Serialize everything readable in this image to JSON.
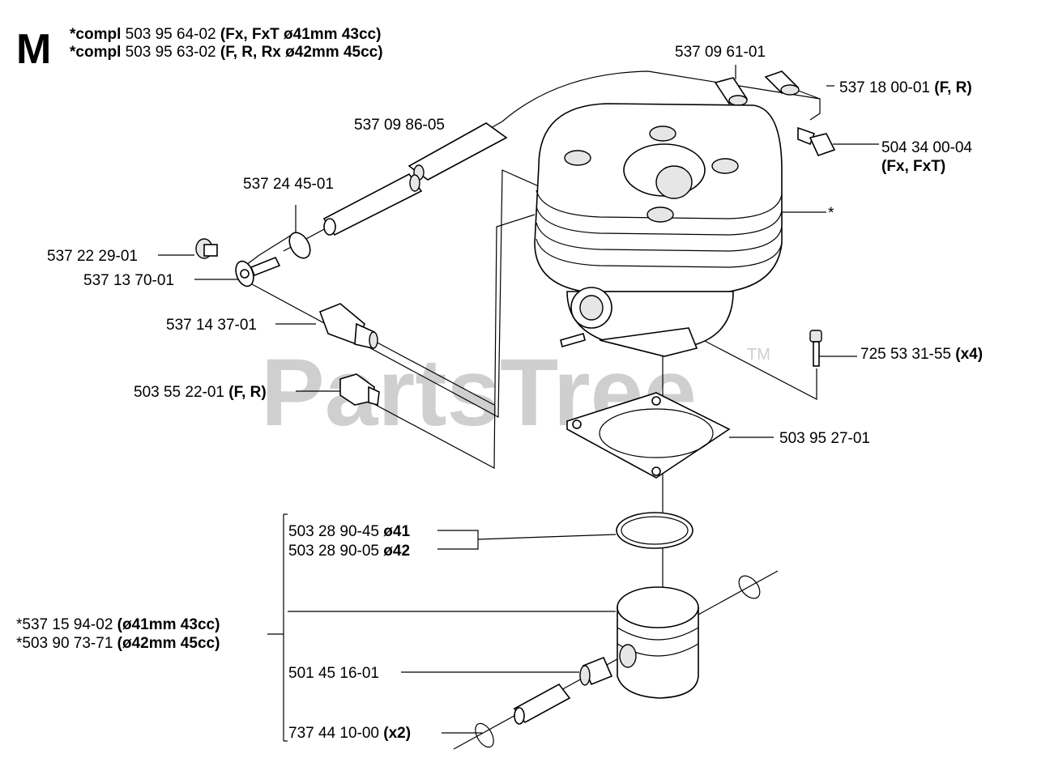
{
  "section_letter": "M",
  "header": {
    "line1": {
      "prefix": "*compl",
      "number": "503 95 64-02",
      "suffix": "(Fx, FxT ø41mm 43cc)"
    },
    "line2": {
      "prefix": "*compl",
      "number": "503 95 63-02",
      "suffix": "(F, R, Rx ø42mm 45cc)"
    }
  },
  "watermark": {
    "text": "PartsTree",
    "tm": "TM"
  },
  "parts": {
    "p_537_09_61_01": {
      "number": "537 09 61-01",
      "note": ""
    },
    "p_537_18_00_01": {
      "number": "537 18 00-01",
      "note": "(F, R)"
    },
    "p_537_09_86_05": {
      "number": "537 09 86-05",
      "note": ""
    },
    "p_504_34_00_04": {
      "number": "504 34 00-04",
      "note": "(Fx, FxT)"
    },
    "p_537_24_45_01": {
      "number": "537 24 45-01",
      "note": ""
    },
    "p_cylinder": {
      "number": "*",
      "note": ""
    },
    "p_537_22_29_01": {
      "number": "537 22 29-01",
      "note": ""
    },
    "p_537_13_70_01": {
      "number": "537 13 70-01",
      "note": ""
    },
    "p_537_14_37_01": {
      "number": "537 14 37-01",
      "note": ""
    },
    "p_725_53_31_55": {
      "number": "725 53 31-55",
      "note": "(x4)"
    },
    "p_503_55_22_01": {
      "number": "503 55 22-01",
      "note": "(F, R)"
    },
    "p_503_95_27_01": {
      "number": "503 95 27-01",
      "note": ""
    },
    "p_503_28_90_45": {
      "number": "503 28 90-45",
      "note": "ø41"
    },
    "p_503_28_90_05": {
      "number": "503 28 90-05",
      "note": "ø42"
    },
    "p_537_15_94_02": {
      "number": "*537 15 94-02",
      "note": "(ø41mm 43cc)"
    },
    "p_503_90_73_71": {
      "number": "*503 90 73-71",
      "note": "(ø42mm 45cc)"
    },
    "p_501_45_16_01": {
      "number": "501 45 16-01",
      "note": ""
    },
    "p_737_44_10_00": {
      "number": "737 44 10-00",
      "note": "(x2)"
    }
  }
}
